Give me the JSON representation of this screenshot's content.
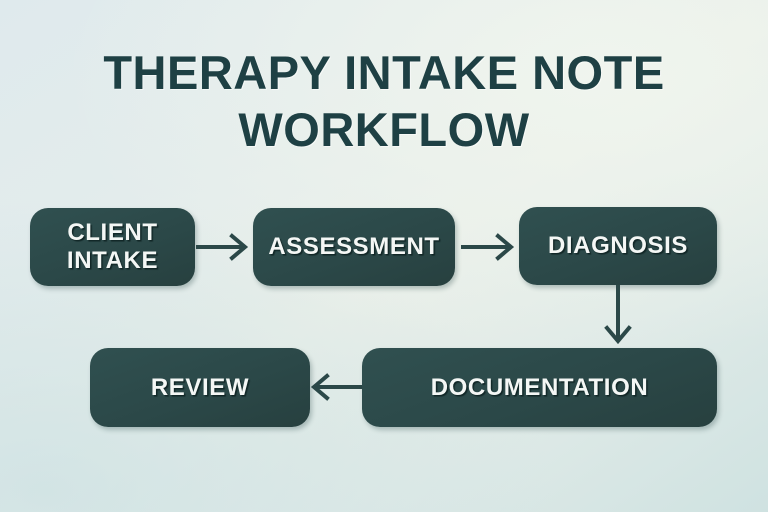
{
  "diagram": {
    "title": "THERAPY INTAKE NOTE\nWORKFLOW",
    "title_color": "#1e4044",
    "node_fill": "#2b4848",
    "node_text_color": "#f4f7f5",
    "arrow_color": "#2b4848",
    "background_colors": [
      "#dfeaed",
      "#e9efe9",
      "#cfe2e1"
    ],
    "type": "flowchart",
    "nodes": [
      {
        "id": "client-intake",
        "label": "CLIENT\nINTAKE",
        "row": 1,
        "order": 1
      },
      {
        "id": "assessment",
        "label": "ASSESSMENT",
        "row": 1,
        "order": 2
      },
      {
        "id": "diagnosis",
        "label": "DIAGNOSIS",
        "row": 1,
        "order": 3
      },
      {
        "id": "documentation",
        "label": "DOCUMENTATION",
        "row": 2,
        "order": 1
      },
      {
        "id": "review",
        "label": "REVIEW",
        "row": 2,
        "order": 2
      }
    ],
    "connectors": [
      {
        "from": "client-intake",
        "to": "assessment",
        "direction": "right"
      },
      {
        "from": "assessment",
        "to": "diagnosis",
        "direction": "right"
      },
      {
        "from": "diagnosis",
        "to": "documentation",
        "direction": "down"
      },
      {
        "from": "documentation",
        "to": "review",
        "direction": "left"
      }
    ]
  }
}
